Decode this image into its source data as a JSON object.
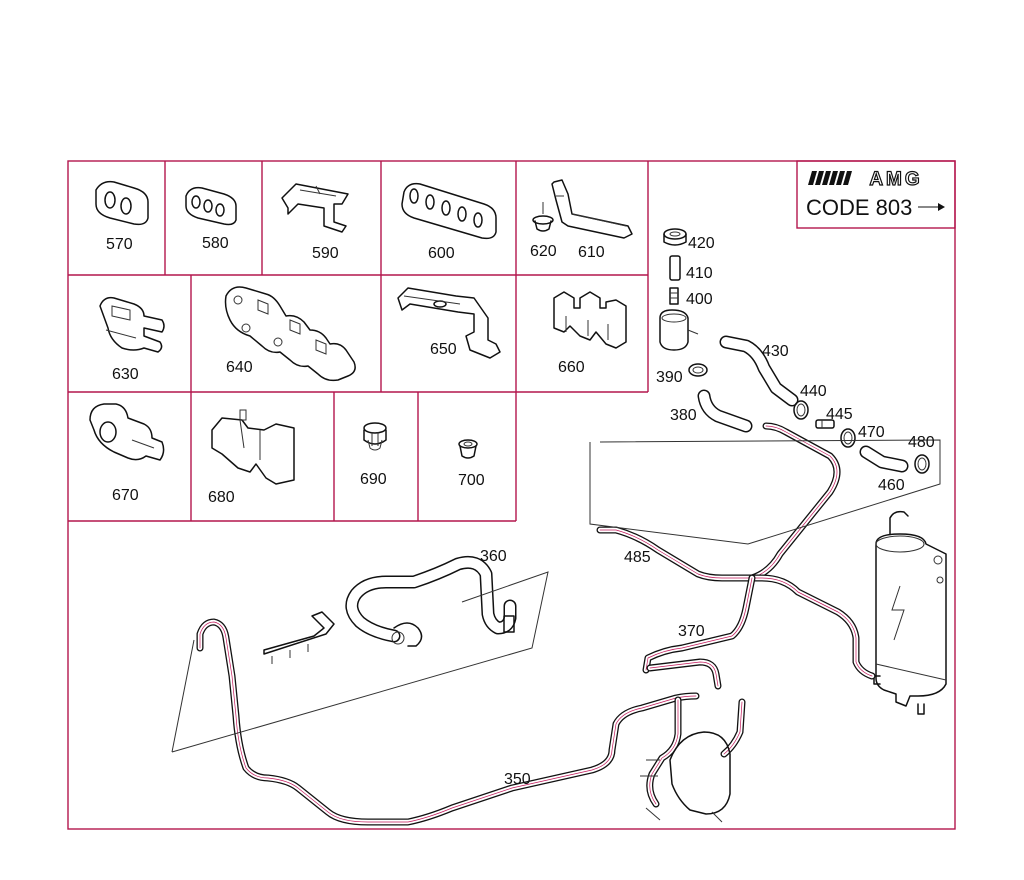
{
  "amg_box": {
    "logo_text": "AMG",
    "code_text": "CODE 803",
    "arrow": "arrow-right-icon"
  },
  "callouts": {
    "p570": "570",
    "p580": "580",
    "p590": "590",
    "p600": "600",
    "p620": "620",
    "p610": "610",
    "p630": "630",
    "p640": "640",
    "p650": "650",
    "p660": "660",
    "p670": "670",
    "p680": "680",
    "p690": "690",
    "p700": "700",
    "p420": "420",
    "p410": "410",
    "p400": "400",
    "p430": "430",
    "p390": "390",
    "p380": "380",
    "p440": "440",
    "p445": "445",
    "p470": "470",
    "p480": "480",
    "p460": "460",
    "p485": "485",
    "p360": "360",
    "p370": "370",
    "p350": "350"
  },
  "colors": {
    "frame": "#b3164d",
    "pipe_core": "#c2185b",
    "line": "#111111"
  }
}
